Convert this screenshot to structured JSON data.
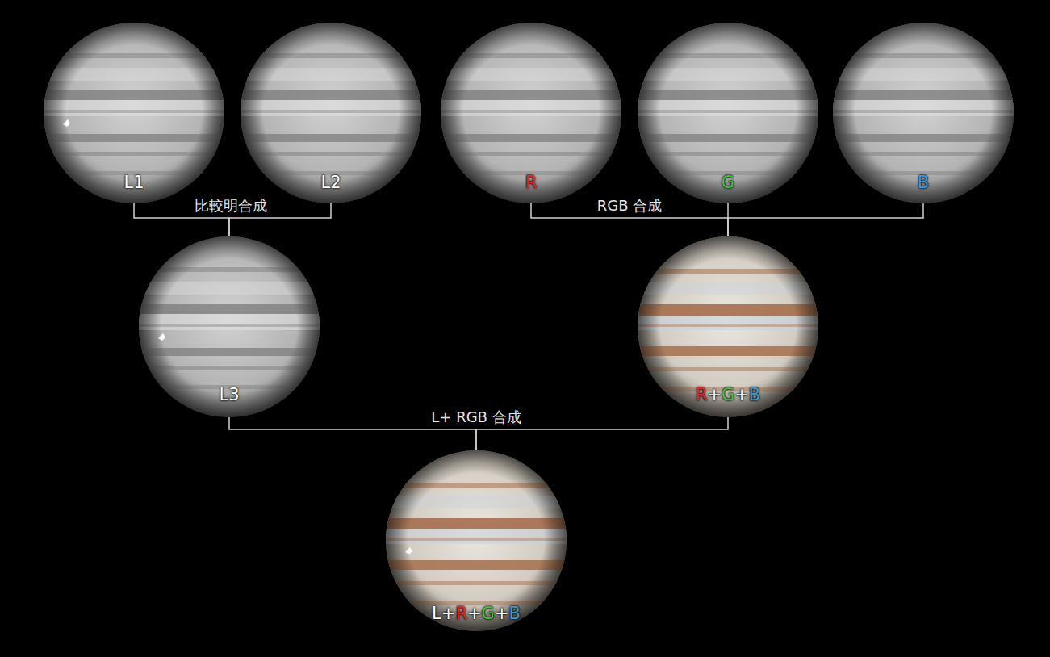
{
  "diagram": {
    "nodes": [
      {
        "text": [
          "L1"
        ]
      },
      {
        "text": [
          "L2"
        ]
      },
      {
        "text": [
          "R"
        ]
      },
      {
        "text": [
          "G"
        ]
      },
      {
        "text": [
          "B"
        ]
      },
      {
        "text": [
          "L3"
        ]
      },
      {
        "text": [
          "R",
          "+",
          "G",
          "+",
          "B"
        ]
      },
      {
        "text": [
          "L+",
          "R",
          "+",
          "G",
          "+",
          "B"
        ]
      }
    ],
    "edges": [
      {
        "from": 0,
        "to": 5,
        "arrow": "none"
      },
      {
        "from": 1,
        "to": 5,
        "arrow": "none"
      },
      {
        "from": 2,
        "to": 6,
        "arrow": "none"
      },
      {
        "from": 3,
        "to": 6,
        "arrow": "none"
      },
      {
        "from": 4,
        "to": 6,
        "arrow": "none"
      },
      {
        "from": 5,
        "to": 7,
        "arrow": "none"
      },
      {
        "from": 6,
        "to": 7,
        "arrow": "none"
      }
    ],
    "labels": [
      "比較明合成",
      "RGB 合成",
      "L+ RGB 合成"
    ]
  }
}
